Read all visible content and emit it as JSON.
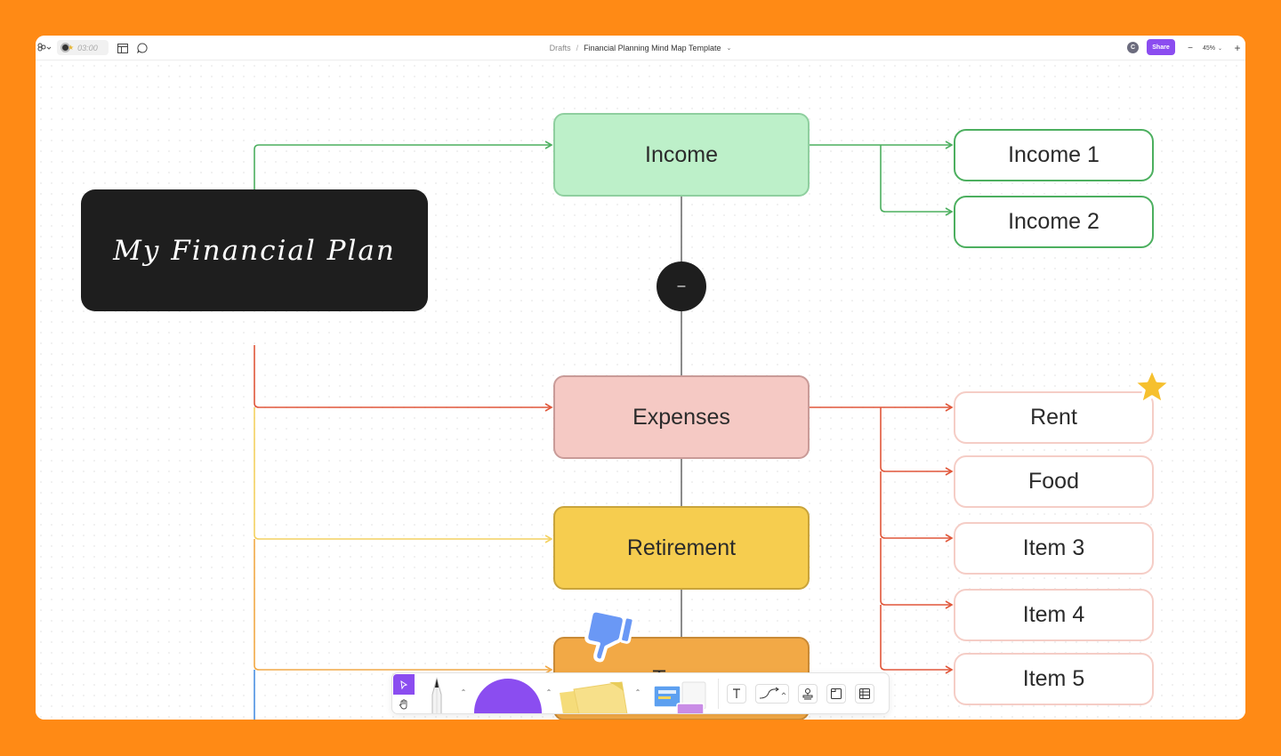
{
  "header": {
    "timer": "03:00",
    "breadcrumb_root": "Drafts",
    "breadcrumb_separator": "/",
    "file_title": "Financial Planning Mind Map Template",
    "avatar_initial": "C",
    "share_label": "Share",
    "zoom_level": "45%",
    "zoom_out_label": "−",
    "zoom_in_label": "+"
  },
  "mindmap": {
    "root_label": "My Financial Plan",
    "collapse_label": "–",
    "income": {
      "label": "Income",
      "children": [
        "Income 1",
        "Income 2"
      ]
    },
    "expenses": {
      "label": "Expenses",
      "children": [
        "Rent",
        "Food",
        "Item 3",
        "Item 4",
        "Item 5"
      ]
    },
    "retirement": {
      "label": "Retirement"
    },
    "taxes": {
      "label": "Taxes"
    }
  },
  "colors": {
    "background": "#FF8A15",
    "income_fill": "#BDF0C9",
    "income_line": "#4CAF5F",
    "expenses_fill": "#F5C9C4",
    "expenses_line": "#E0573A",
    "retirement_fill": "#F6CD4F",
    "retirement_line": "#F4D160",
    "taxes_fill": "#F2A946",
    "taxes_line": "#F2A946",
    "root_fill": "#1E1E1E",
    "accent": "#8B4DF0"
  },
  "help_label": "?",
  "icons": [
    "figma-menu-icon",
    "layout-icon",
    "comment-icon",
    "chevron-down-icon",
    "star-sticker-icon",
    "thumbs-down-sticker-icon",
    "select-arrow-icon",
    "hand-icon",
    "pen-icon",
    "shape-icon",
    "sticky-note-icon",
    "stickers-icon",
    "text-icon",
    "connector-icon",
    "stamp-icon",
    "section-icon",
    "table-icon",
    "help-icon"
  ]
}
